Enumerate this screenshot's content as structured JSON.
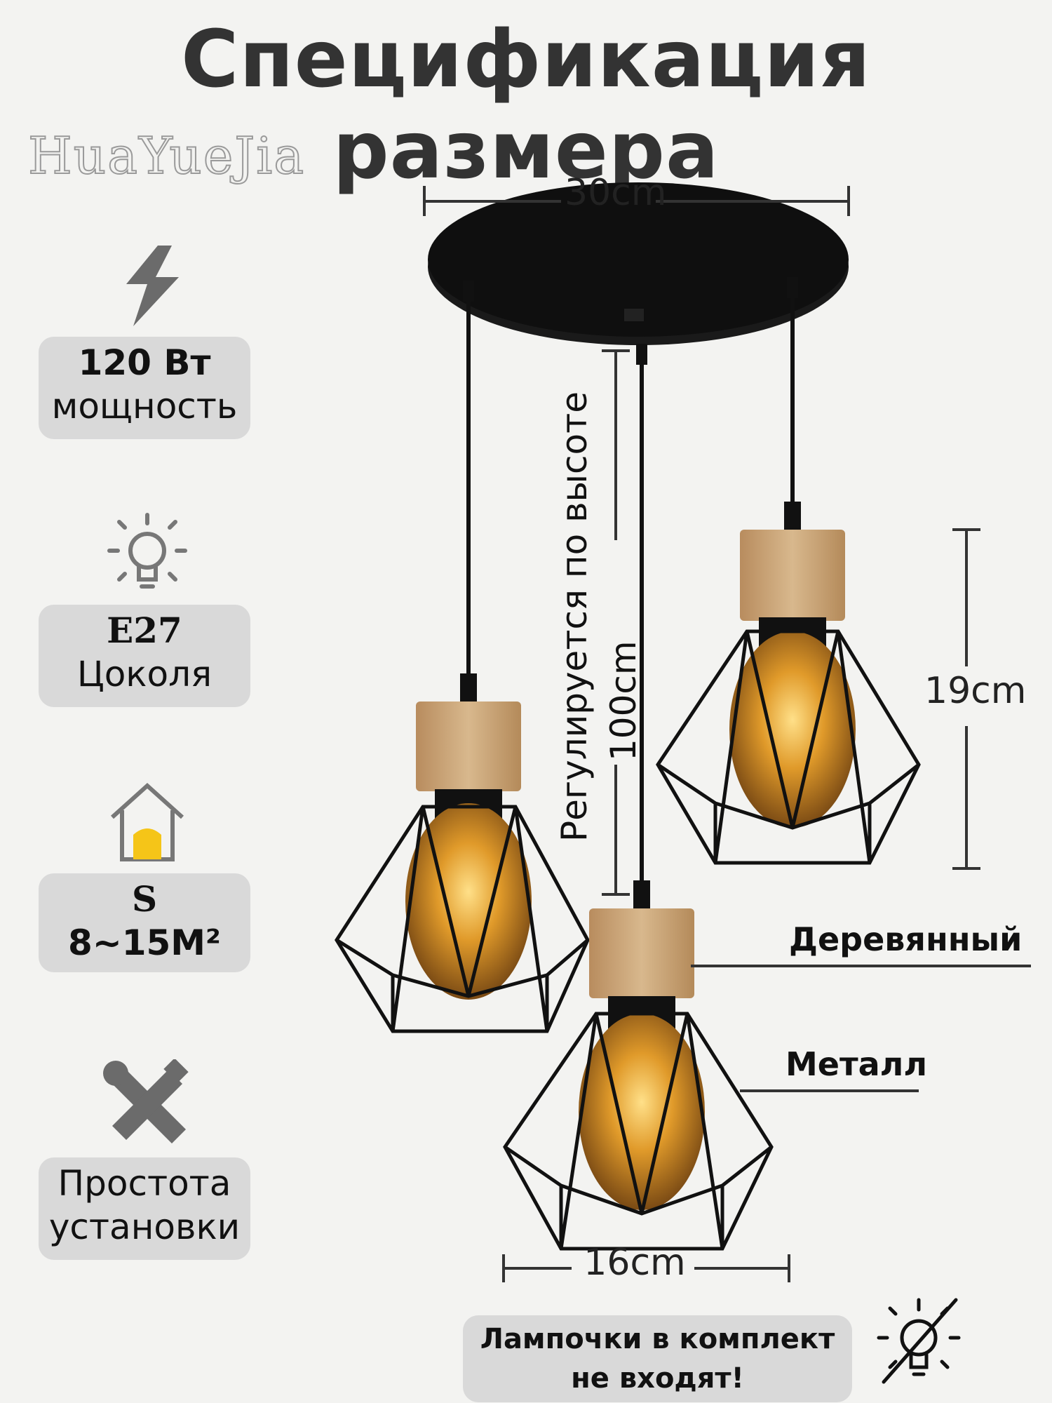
{
  "title": "Спецификация размера",
  "brand": "HuaYueJia",
  "specs": [
    {
      "icon": "lightning-icon",
      "line1": "120 Вт",
      "line2": "мощность"
    },
    {
      "icon": "light-bulb-icon",
      "line1": "E27",
      "line2": "Цоколя"
    },
    {
      "icon": "house-icon",
      "line1": "S",
      "line2": "8~15M²"
    },
    {
      "icon": "tools-icon",
      "line1": "Простота",
      "line2": "установки"
    }
  ],
  "dimensions": {
    "canopy_width": "30cm",
    "height": "100cm",
    "height_note": "Регулируется по высоте",
    "shade_height": "19cm",
    "shade_width": "16cm"
  },
  "materials": {
    "wood": "Деревянный",
    "metal": "Металл"
  },
  "note": {
    "line1": "Лампочки в комплект",
    "line2": "не входят!"
  },
  "colors": {
    "background": "#f3f3f1",
    "pill": "#d9d9d9",
    "wood": "#caa77c",
    "metal": "#111111",
    "bulb": "#d98a1e"
  }
}
